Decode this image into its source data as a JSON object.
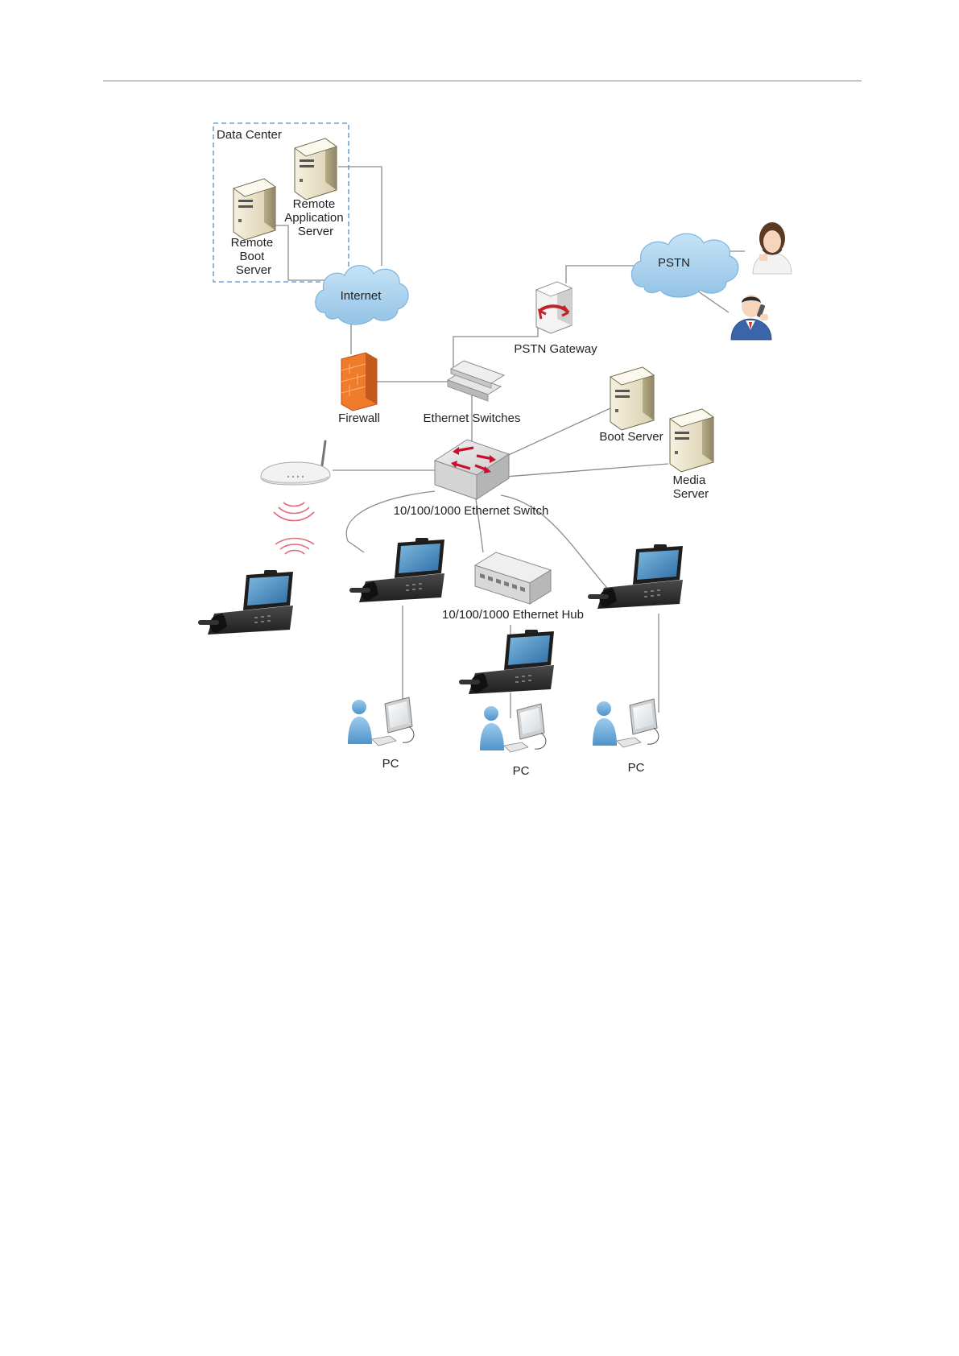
{
  "diagram": {
    "data_center_label": "Data Center",
    "labels": {
      "remote_app_server": [
        "Remote",
        "Application",
        "Server"
      ],
      "remote_boot_server": [
        "Remote",
        "Boot",
        "Server"
      ],
      "internet": "Internet",
      "pstn": "PSTN",
      "pstn_gateway": "PSTN Gateway",
      "firewall": "Firewall",
      "ethernet_switches": "Ethernet Switches",
      "boot_server": "Boot Server",
      "media_server": [
        "Media",
        "Server"
      ],
      "ethernet_switch": "10/100/1000 Ethernet Switch",
      "ethernet_hub": "10/100/1000 Ethernet Hub",
      "pc_1": "PC",
      "pc_2": "PC",
      "pc_3": "PC"
    },
    "colors": {
      "cloud": "#a9d3ee",
      "server": "#ece5cf",
      "firewall": "#f07b2b",
      "wire": "#8c8c8c",
      "signal": "#e26a7b",
      "phone_screen": "#2f7fb8"
    }
  }
}
